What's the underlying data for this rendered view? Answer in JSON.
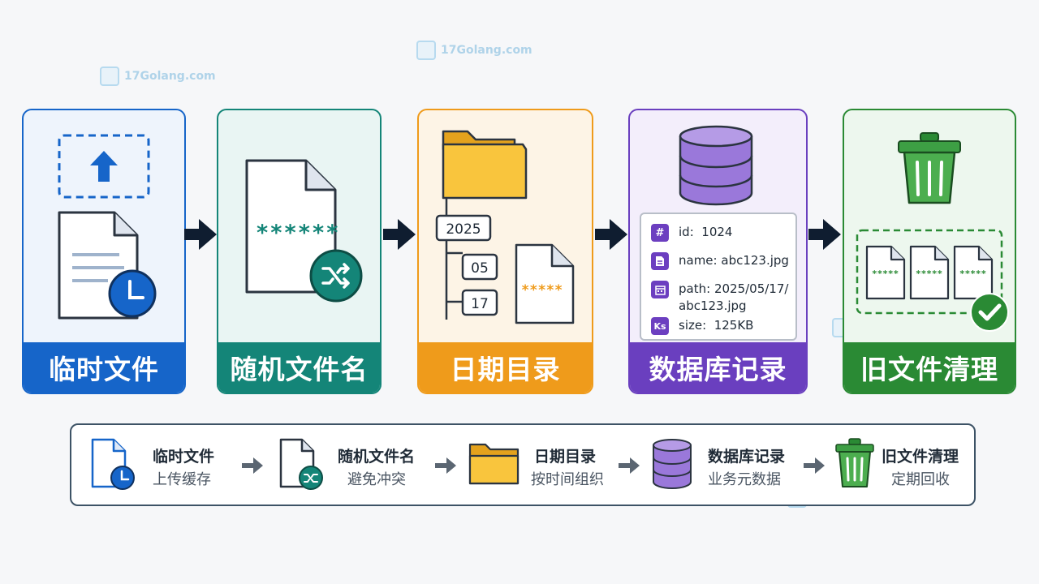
{
  "steps": [
    {
      "label": "临时文件",
      "color": "#1665c9",
      "bg": "#eef4fc",
      "icon": "temp-file-icon"
    },
    {
      "label": "随机文件名",
      "color": "#148578",
      "bg": "#e9f5f3",
      "icon": "random-name-icon",
      "masked_name": "******"
    },
    {
      "label": "日期目录",
      "color": "#ef9b1b",
      "bg": "#fdf4e6",
      "icon": "date-folder-icon",
      "tree": {
        "year": "2025",
        "month": "05",
        "day": "17",
        "file_mask": "*****"
      }
    },
    {
      "label": "数据库记录",
      "color": "#6a3fbf",
      "bg": "#f3eefb",
      "icon": "database-icon",
      "record": {
        "id_label": "id:",
        "id_value": "1024",
        "name_label": "name:",
        "name_value": "abc123.jpg",
        "path_label": "path:",
        "path_value_1": "2025/05/17/",
        "path_value_2": "abc123.jpg",
        "size_label": "size:",
        "size_value": "125KB"
      }
    },
    {
      "label": "旧文件清理",
      "color": "#2a8a34",
      "bg": "#edf7ee",
      "icon": "trash-icon",
      "file_mask": "*****"
    }
  ],
  "legend": [
    {
      "title": "临时文件",
      "subtitle": "上传缓存"
    },
    {
      "title": "随机文件名",
      "subtitle": "避免冲突"
    },
    {
      "title": "日期目录",
      "subtitle": "按时间组织"
    },
    {
      "title": "数据库记录",
      "subtitle": "业务元数据"
    },
    {
      "title": "旧文件清理",
      "subtitle": "定期回收"
    }
  ],
  "watermark": "17Golang.com"
}
